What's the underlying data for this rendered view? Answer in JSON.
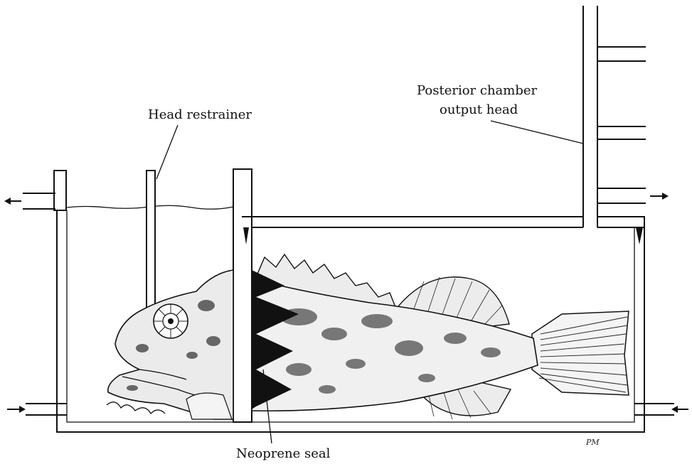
{
  "labels": {
    "head_restrainer": "Head restrainer",
    "posterior_line1": "Posterior chamber",
    "posterior_line2": "output head",
    "neoprene_seal": "Neoprene seal",
    "artist_initials": "PM"
  },
  "colors": {
    "ink": "#111111",
    "paper": "#ffffff",
    "fish_body": "#f2f2f2",
    "fish_mottle": "#555555"
  },
  "icons": {
    "flow_arrow": "arrow"
  }
}
